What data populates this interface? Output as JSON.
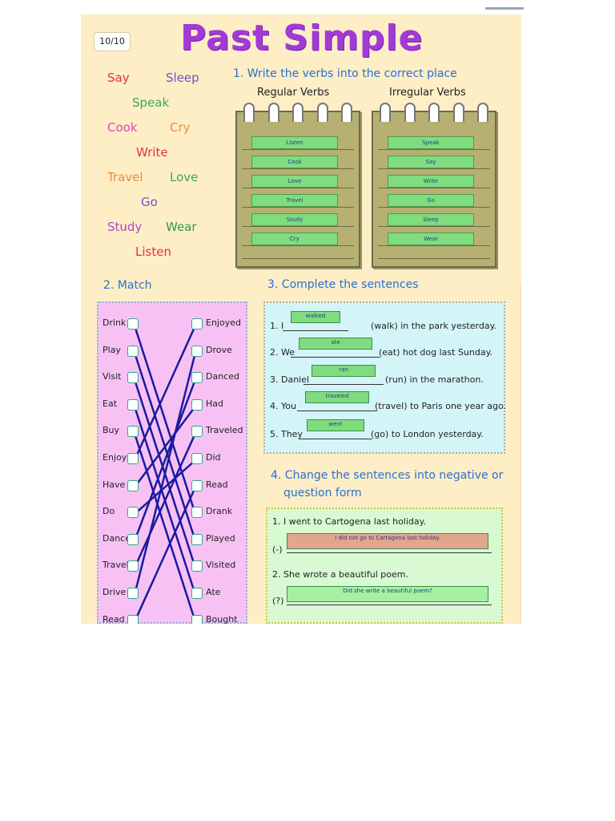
{
  "score": "10/10",
  "title": "Past Simple",
  "word_bank": [
    {
      "text": "Say",
      "color": "#e3343a"
    },
    {
      "text": "Sleep",
      "color": "#7b4fc8"
    },
    {
      "text": "Speak",
      "color": "#3aa85a"
    },
    {
      "text": "Cook",
      "color": "#e045b8"
    },
    {
      "text": "Cry",
      "color": "#ef8b3a"
    },
    {
      "text": "Write",
      "color": "#e3343a"
    },
    {
      "text": "Travel",
      "color": "#ef8b3a"
    },
    {
      "text": "Love",
      "color": "#3aa85a"
    },
    {
      "text": "Go",
      "color": "#7b4fc8"
    },
    {
      "text": "Study",
      "color": "#b245c8"
    },
    {
      "text": "Wear",
      "color": "#2e9c4e"
    },
    {
      "text": "Listen",
      "color": "#e3343a"
    }
  ],
  "section1": {
    "title": "1. Write the verbs into the correct place",
    "regular_heading": "Regular Verbs",
    "irregular_heading": "Irregular Verbs",
    "regular": [
      "Listen",
      "Cook",
      "Love",
      "Travel",
      "Study",
      "Cry"
    ],
    "irregular": [
      "Speak",
      "Say",
      "Write",
      "Go",
      "Sleep",
      "Wear"
    ]
  },
  "section2": {
    "title": "2. Match",
    "left": [
      "Drink",
      "Play",
      "Visit",
      "Eat",
      "Buy",
      "Enjoy",
      "Have",
      "Do",
      "Dance",
      "Travel",
      "Drive",
      "Read"
    ],
    "right": [
      "Enjoyed",
      "Drove",
      "Danced",
      "Had",
      "Traveled",
      "Did",
      "Read",
      "Drank",
      "Played",
      "Visited",
      "Ate",
      "Bought"
    ],
    "pairs": [
      [
        0,
        7
      ],
      [
        1,
        8
      ],
      [
        2,
        9
      ],
      [
        3,
        10
      ],
      [
        4,
        11
      ],
      [
        5,
        0
      ],
      [
        6,
        3
      ],
      [
        7,
        5
      ],
      [
        8,
        2
      ],
      [
        9,
        4
      ],
      [
        10,
        1
      ],
      [
        11,
        6
      ]
    ]
  },
  "section3": {
    "title": "3. Complete the sentences",
    "sentences": [
      {
        "num": "1. I",
        "answer": "walked",
        "rest": "(walk) in the park yesterday."
      },
      {
        "num": "2. We",
        "answer": "ate",
        "rest": "(eat) hot dog last Sunday."
      },
      {
        "num": "3. Daniel",
        "answer": "ran",
        "rest": "(run) in the marathon."
      },
      {
        "num": "4. You",
        "answer": "traveled",
        "rest": "(travel) to Paris one year ago."
      },
      {
        "num": "5. They",
        "answer": "went",
        "rest": "(go) to London yesterday."
      }
    ]
  },
  "section4": {
    "title_line1": "4. Change the sentences into negative or",
    "title_line2": "question form",
    "items": [
      {
        "sentence": "1. I went to Cartogena last holiday.",
        "marker": "(-)",
        "answer": "I did not go to Cartagena last holiday.",
        "color": "#e4a58e"
      },
      {
        "sentence": "2. She wrote a beautiful poem.",
        "marker": "(?)",
        "answer": "Did she write a beautiful poem?",
        "color": "#a7f0a2"
      }
    ]
  }
}
